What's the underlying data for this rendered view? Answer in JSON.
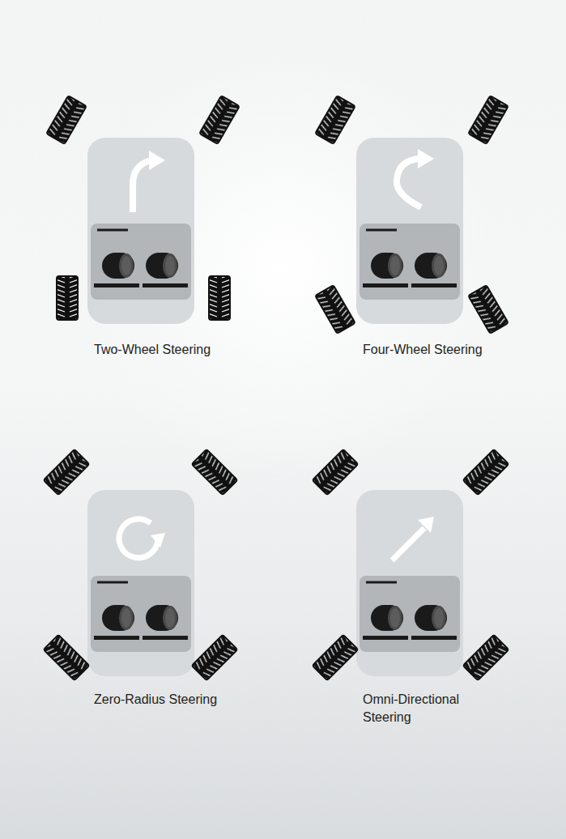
{
  "diagram": {
    "labels": [
      "Two-Wheel Steering",
      "Four-Wheel Steering",
      "Zero-Radius Steering",
      "Omni-Directional Steering"
    ]
  }
}
